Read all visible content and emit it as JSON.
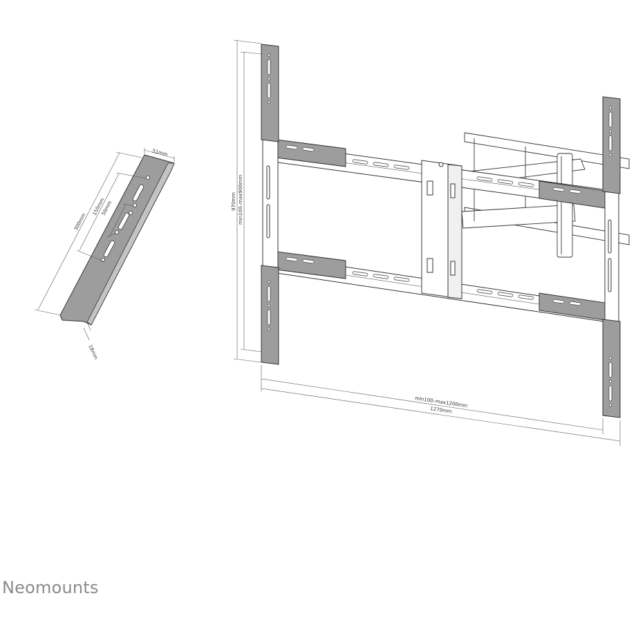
{
  "brand": {
    "name": "Neomounts",
    "color": "#8a8a8a"
  },
  "colors": {
    "line": "#333333",
    "plate_fill": "#9d9d9d",
    "bracket_fill": "#ffffff",
    "dimension_line": "#555555"
  },
  "bracket_detail": {
    "dimensions": {
      "width": "51mm",
      "depth": "18mm",
      "length": "300mm",
      "spacing_large": "150mm",
      "spacing_small": "50mm"
    }
  },
  "mount_drawing": {
    "dimensions": {
      "height_total": "970mm",
      "height_range": "min100–max900mm",
      "width_range": "min100–max1200mm",
      "width_total": "1270mm"
    }
  }
}
